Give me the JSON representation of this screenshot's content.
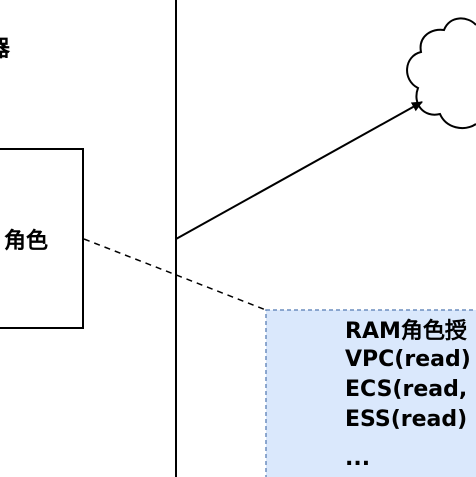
{
  "outer_box": {
    "title_fragment": "器"
  },
  "inner_box": {
    "label_fragment": "角色"
  },
  "policy_note": {
    "lines": [
      "RAM角色授",
      "VPC(read)",
      "ECS(read,",
      "ESS(read)",
      "..."
    ]
  },
  "colors": {
    "stroke": "#000000",
    "note_fill": "#dae8fc",
    "note_border": "#6c8ebf"
  }
}
